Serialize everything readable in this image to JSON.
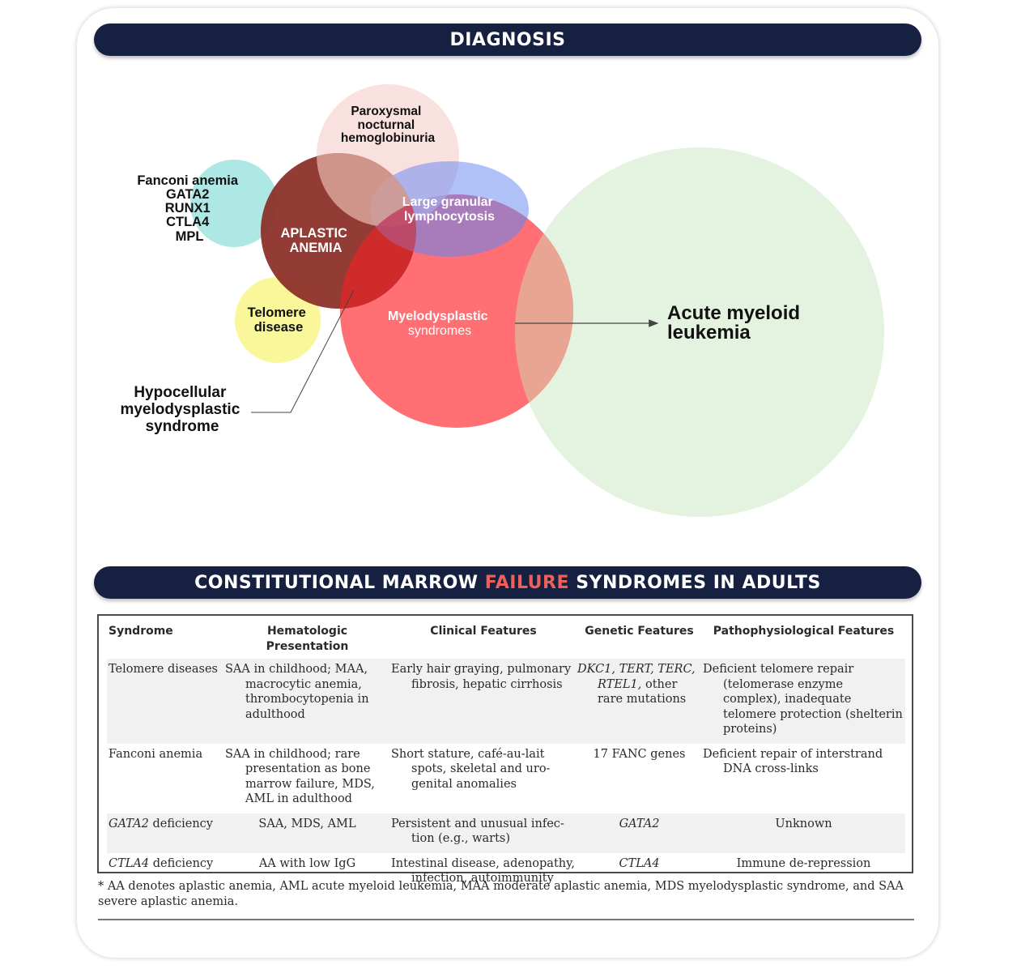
{
  "diagnosis_banner": {
    "title": "DIAGNOSIS"
  },
  "diagram": {
    "pnh_label": [
      "Paroxysmal",
      "nocturnal",
      "hemoglobinuria"
    ],
    "fanconi_label": [
      "Fanconi anemia",
      "GATA2",
      "RUNX1",
      "CTLA4",
      "MPL"
    ],
    "aplastic_label": [
      "APLASTIC",
      "ANEMIA"
    ],
    "lgl_label": [
      "Large granular",
      "lymphocytosis"
    ],
    "telomere_label": [
      "Telomere",
      "disease"
    ],
    "mds_label": [
      "Myelodysplastic",
      "syndromes"
    ],
    "aml_label": [
      "Acute myeloid",
      "leukemia"
    ],
    "hypo_label": [
      "Hypocellular",
      "myelodysplastic",
      "syndrome"
    ],
    "colors": {
      "aml": "#e3f3e0",
      "mds": "#ff6f74",
      "aplastic": "#8b2d26",
      "pnh": "#f9e1df",
      "lgl": "#6f8ef2",
      "fanconi": "#aee8e4",
      "telomere": "#f9f79a"
    }
  },
  "cmf_banner": {
    "title_before": "CONSTITUTIONAL MARROW ",
    "title_accent": "FAILURE",
    "title_after": " SYNDROMES IN ADULTS"
  },
  "table": {
    "headers": [
      "Syndrome",
      "Hematologic Presentation",
      "Clinical Features",
      "Genetic Features",
      "Pathophysiological Features"
    ],
    "rows": [
      {
        "syndrome": "Telomere diseases",
        "hematologic": "SAA in childhood; MAA, macrocytic anemia, thrombocytopenia in adulthood",
        "clinical": "Early hair graying, pulmonary fibrosis, hepatic cirrhosis",
        "genetic_italic": "DKC1, TERT, TERC, RTEL1,",
        "genetic_rest": " other rare mutations",
        "patho": "Deficient telomere repair (telomerase enzyme complex), inadequate telomere protection (shelterin proteins)"
      },
      {
        "syndrome": "Fanconi anemia",
        "hematologic": "SAA in childhood; rare presentation as bone marrow failure, MDS, AML in adulthood",
        "clinical": "Short stature, café-au-lait spots, skeletal and uro-genital anomalies",
        "genetic_italic": "",
        "genetic_rest": "17 FANC genes",
        "patho": "Deficient repair of interstrand DNA cross-links"
      },
      {
        "syndrome_italic": "GATA2",
        "syndrome": " deficiency",
        "hematologic": "SAA, MDS, AML",
        "clinical": "Persistent and unusual infec-tion (e.g., warts)",
        "genetic_italic": "GATA2",
        "genetic_rest": "",
        "patho": "Unknown"
      },
      {
        "syndrome_italic": "CTLA4",
        "syndrome": " deficiency",
        "hematologic": "AA with low IgG",
        "clinical": "Intestinal disease, adenopathy, infection, autoimmunity",
        "genetic_italic": "CTLA4",
        "genetic_rest": "",
        "patho": "Immune de-repression"
      }
    ],
    "footnote_mark": "*",
    "footnote": "AA denotes aplastic anemia, AML acute myeloid leukemia, MAA moderate aplastic anemia, MDS myelodysplastic syndrome, and SAA severe aplastic anemia."
  }
}
